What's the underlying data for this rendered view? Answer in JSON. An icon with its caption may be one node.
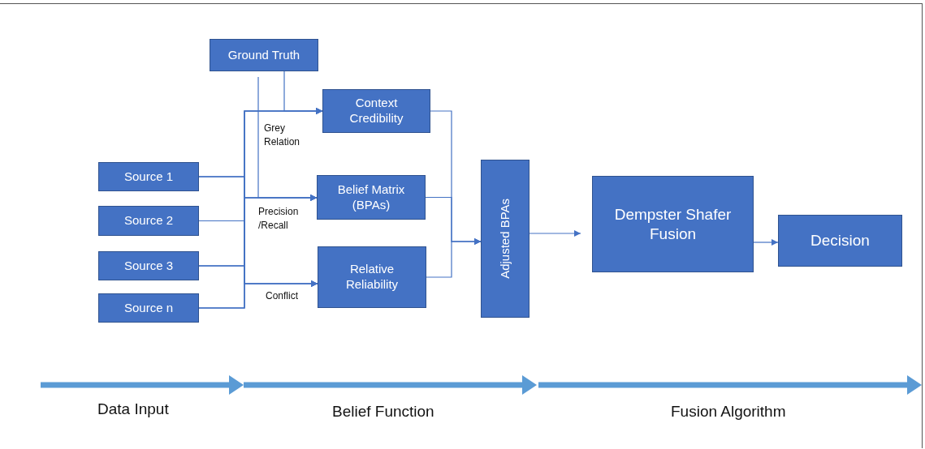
{
  "diagram": {
    "nodes": [
      {
        "text": [
          "Ground Truth"
        ]
      },
      {
        "text": [
          "Context Credibility"
        ]
      },
      {
        "text": [
          "Belief Matrix (BPAs)"
        ]
      },
      {
        "text": [
          "Relative Reliability"
        ]
      },
      {
        "text": [
          "Source 1"
        ]
      },
      {
        "text": [
          "Source 2"
        ]
      },
      {
        "text": [
          "Source 3"
        ]
      },
      {
        "text": [
          "Source n"
        ]
      },
      {
        "text": [
          "Adjusted BPAs"
        ]
      },
      {
        "text": [
          "Dempster Shafer Fusion"
        ]
      },
      {
        "text": [
          "Decision"
        ]
      }
    ],
    "edges": [
      {
        "from": 4,
        "to": 1,
        "arrow": "to"
      },
      {
        "from": 5,
        "to": 1,
        "arrow": "to"
      },
      {
        "from": 6,
        "to": 1,
        "arrow": "to"
      },
      {
        "from": 7,
        "to": 1,
        "arrow": "to"
      },
      {
        "from": 4,
        "to": 2,
        "arrow": "to"
      },
      {
        "from": 5,
        "to": 2,
        "arrow": "to"
      },
      {
        "from": 6,
        "to": 2,
        "arrow": "to"
      },
      {
        "from": 7,
        "to": 2,
        "arrow": "to"
      },
      {
        "from": 4,
        "to": 3,
        "arrow": "to"
      },
      {
        "from": 5,
        "to": 3,
        "arrow": "to"
      },
      {
        "from": 6,
        "to": 3,
        "arrow": "to"
      },
      {
        "from": 7,
        "to": 3,
        "arrow": "to"
      },
      {
        "from": 0,
        "to": 1,
        "arrow": "to"
      },
      {
        "from": 0,
        "to": 2,
        "arrow": "to"
      },
      {
        "from": 1,
        "to": 8,
        "arrow": "to"
      },
      {
        "from": 2,
        "to": 8,
        "arrow": "to"
      },
      {
        "from": 3,
        "to": 8,
        "arrow": "to"
      },
      {
        "from": 8,
        "to": 9,
        "arrow": "to"
      },
      {
        "from": 9,
        "to": 10,
        "arrow": "to"
      }
    ],
    "labels": [
      "Grey Relation",
      "Precision /Recall",
      "Conflict",
      "Data Input",
      "Belief Function",
      "Fusion Algorithm"
    ]
  }
}
